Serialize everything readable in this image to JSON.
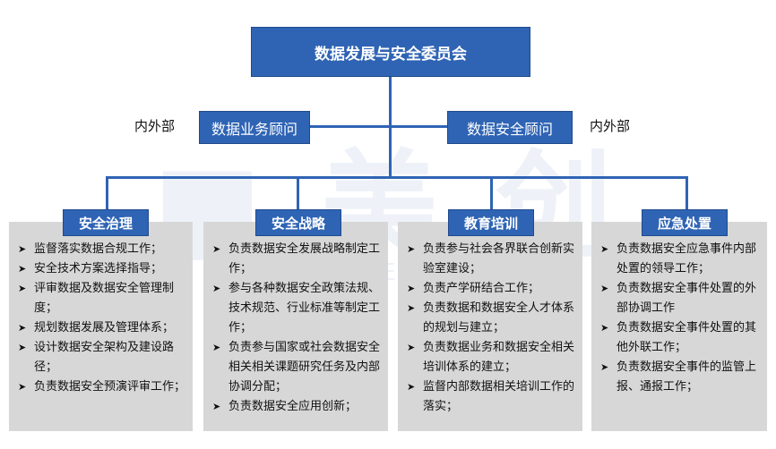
{
  "top": "数据发展与安全委员会",
  "advisors": {
    "left": {
      "label": "数据业务顾问",
      "side": "内外部"
    },
    "right": {
      "label": "数据安全顾问",
      "side": "内外部"
    }
  },
  "bullet_glyph": "➤",
  "panels": [
    {
      "title": "安全治理",
      "items": [
        "监督落实数据合规工作；",
        "安全技术方案选择指导；",
        "评审数据及数据安全管理制度；",
        "规划数据发展及管理体系；",
        "设计数据安全架构及建设路径；",
        "负责数据安全预演评审工作；"
      ]
    },
    {
      "title": "安全战略",
      "items": [
        "负责数据安全发展战略制定工作；",
        "参与各种数据安全政策法规、技术规范、行业标准等制定工作；",
        "负责参与国家或社会数据安全相关相关课题研究任务及内部协调分配；",
        "负责数据安全应用创新；"
      ]
    },
    {
      "title": "教育培训",
      "items": [
        "负责参与社会各界联合创新实验室建设；",
        "负责产学研结合工作；",
        "负责数据和数据安全人才体系的规划与建立；",
        "负责数据业务和数据安全相关培训体系的建立；",
        "监督内部数据相关培训工作的落实；"
      ]
    },
    {
      "title": "应急处置",
      "items": [
        "负责数据安全应急事件内部处置的领导工作；",
        "负责数据安全事件处置的外部协调工作",
        "负责数据安全事件处置的其他外联工作；",
        "负责数据安全事件的监管上报、通报工作；"
      ]
    }
  ]
}
